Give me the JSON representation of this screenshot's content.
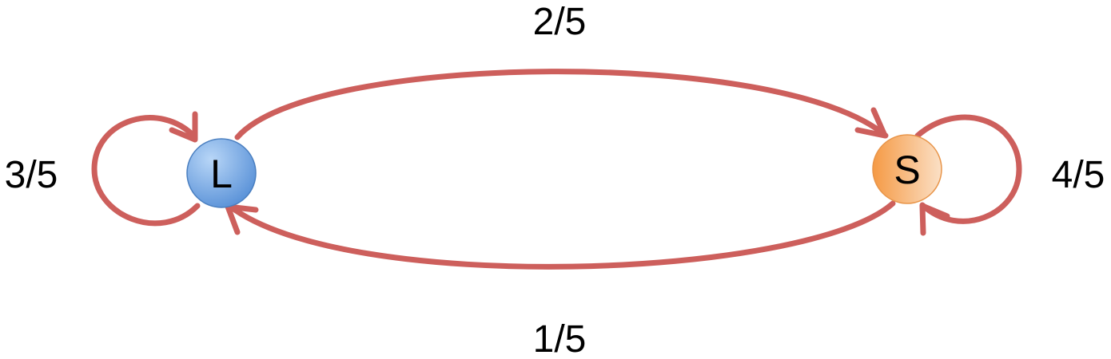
{
  "diagram": {
    "nodes": [
      {
        "id": "L",
        "label": "L",
        "color_light": "#a9cdf5",
        "color_dark": "#5b92d6",
        "stroke": "#4a7fc0"
      },
      {
        "id": "S",
        "label": "S",
        "color_light": "#fbd9b8",
        "color_dark": "#f5a050",
        "stroke": "#e8954a"
      }
    ],
    "edges": [
      {
        "from": "L",
        "to": "L",
        "label": "3/5"
      },
      {
        "from": "L",
        "to": "S",
        "label": "2/5"
      },
      {
        "from": "S",
        "to": "L",
        "label": "1/5"
      },
      {
        "from": "S",
        "to": "S",
        "label": "4/5"
      }
    ],
    "edge_color": "#cd5f5c"
  }
}
